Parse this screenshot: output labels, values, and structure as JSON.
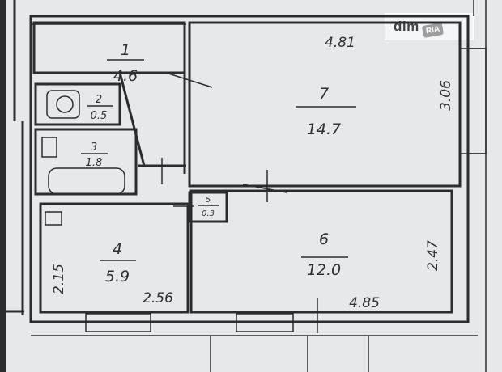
{
  "rooms": [
    {
      "id": "r1",
      "number": "1",
      "area": "4.6"
    },
    {
      "id": "r2",
      "number": "2",
      "area": "0.5"
    },
    {
      "id": "r3",
      "number": "3",
      "area": "1.8"
    },
    {
      "id": "r4",
      "number": "4",
      "area": "5.9"
    },
    {
      "id": "r5",
      "number": "5",
      "area": "0.3"
    },
    {
      "id": "r6",
      "number": "6",
      "area": "12.0"
    },
    {
      "id": "r7",
      "number": "7",
      "area": "14.7"
    }
  ],
  "dimensions": {
    "room7_width": "4.81",
    "room7_depth": "3.06",
    "room6_width": "4.85",
    "room6_depth": "2.47",
    "room4_width": "2.56",
    "room4_depth": "2.15"
  },
  "watermark": {
    "brand": "dim",
    "sub": "RIA"
  }
}
